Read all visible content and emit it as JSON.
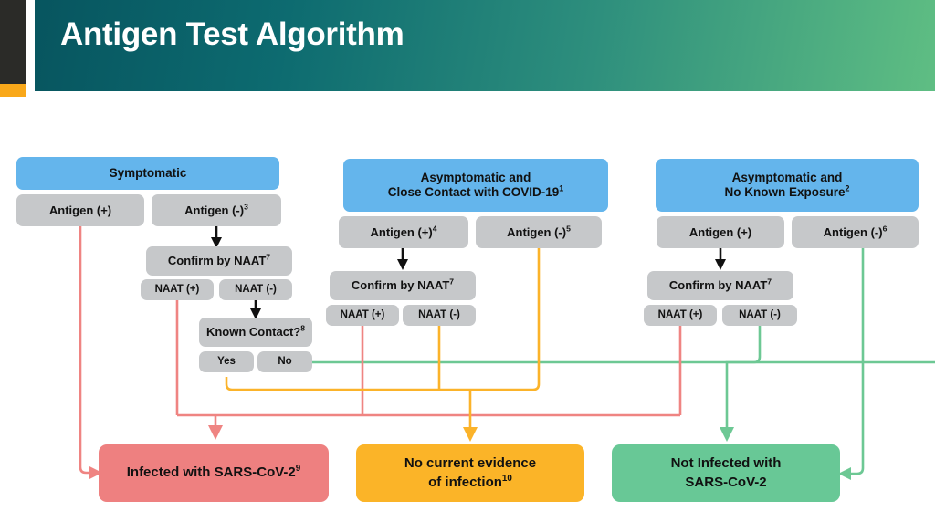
{
  "header": {
    "title": "Antigen Test Algorithm",
    "accent_dark": "#2b2b28",
    "accent_orange": "#f9a81a",
    "gradient_from": "#07555f",
    "gradient_to": "#5fbe83"
  },
  "palette": {
    "header_box": "#64b5ec",
    "step_box": "#c6c8ca",
    "infected": "#ee8080",
    "no_evidence": "#fbb428",
    "not_infected": "#68c896",
    "wire_red": "#ef8482",
    "wire_orange": "#fbb32a",
    "wire_green": "#6dc894"
  },
  "columns": [
    {
      "id": "symptomatic",
      "header": "Symptomatic",
      "nodes": {
        "antigen_pos": "Antigen (+)",
        "antigen_neg": "Antigen (-)",
        "antigen_neg_sup": "3",
        "confirm": "Confirm by NAAT",
        "confirm_sup": "7",
        "naat_pos": "NAAT (+)",
        "naat_neg": "NAAT (-)",
        "known_contact": "Known Contact?",
        "known_contact_sup": "8",
        "yes": "Yes",
        "no": "No"
      }
    },
    {
      "id": "close-contact",
      "header_line1": "Asymptomatic and",
      "header_line2": "Close Contact with COVID-19",
      "header_sup": "1",
      "nodes": {
        "antigen_pos": "Antigen (+)",
        "antigen_pos_sup": "4",
        "antigen_neg": "Antigen (-)",
        "antigen_neg_sup": "5",
        "confirm": "Confirm by NAAT",
        "confirm_sup": "7",
        "naat_pos": "NAAT (+)",
        "naat_neg": "NAAT (-)"
      }
    },
    {
      "id": "no-exposure",
      "header_line1": "Asymptomatic and",
      "header_line2": "No Known Exposure",
      "header_sup": "2",
      "nodes": {
        "antigen_pos": "Antigen (+)",
        "antigen_neg": "Antigen (-)",
        "antigen_neg_sup": "6",
        "confirm": "Confirm by NAAT",
        "confirm_sup": "7",
        "naat_pos": "NAAT (+)",
        "naat_neg": "NAAT (-)"
      }
    }
  ],
  "outcomes": {
    "infected": {
      "text": "Infected with SARS-CoV-2",
      "sup": "9"
    },
    "no_evidence_line1": "No current evidence",
    "no_evidence_line2": "of infection",
    "no_evidence_sup": "10",
    "not_infected_line1": "Not Infected with",
    "not_infected_line2": "SARS-CoV-2"
  }
}
